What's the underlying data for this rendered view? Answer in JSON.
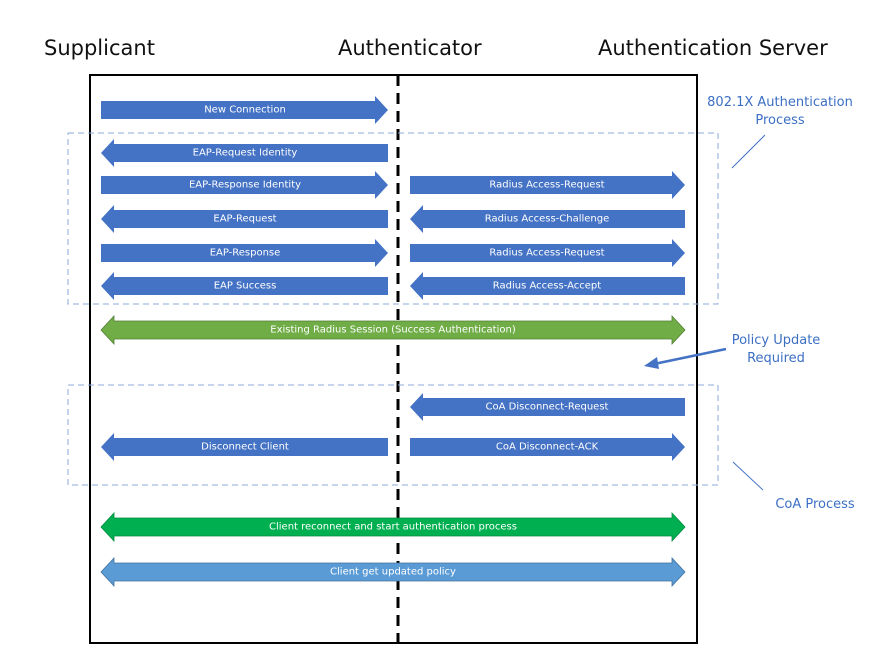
{
  "headers": {
    "supplicant": "Supplicant",
    "authenticator": "Authenticator",
    "server": "Authentication Server"
  },
  "notes": {
    "dot1x": "802.1X Authentication Process",
    "policy": "Policy Update Required",
    "coa": "CoA Process"
  },
  "colors": {
    "blue": "#4472c4",
    "green": "#70ad47",
    "bright_green": "#00b050",
    "light_blue": "#5b9bd5",
    "note_text": "#3c6fc4",
    "dashed_box": "#8ea9db"
  },
  "messages": {
    "new_connection": "New Connection",
    "eap_req_identity": "EAP-Request Identity",
    "eap_resp_identity": "EAP-Response Identity",
    "eap_request": "EAP-Request",
    "eap_response": "EAP-Response",
    "eap_success": "EAP Success",
    "radius_access_request_1": "Radius Access-Request",
    "radius_access_challenge": "Radius Access-Challenge",
    "radius_access_request_2": "Radius Access-Request",
    "radius_access_accept": "Radius Access-Accept",
    "existing_session": "Existing Radius Session (Success Authentication)",
    "coa_disconnect_request": "CoA Disconnect-Request",
    "disconnect_client": "Disconnect Client",
    "coa_disconnect_ack": "CoA Disconnect-ACK",
    "client_reconnect": "Client reconnect and start authentication process",
    "client_updated_policy": "Client get updated policy"
  }
}
